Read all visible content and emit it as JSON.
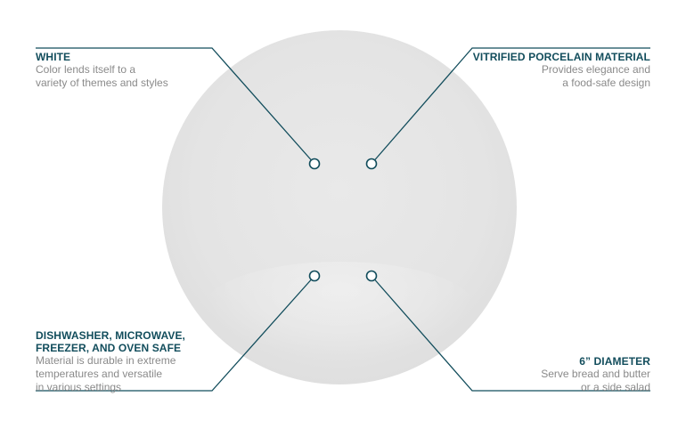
{
  "callouts": {
    "white": {
      "title": "WHITE",
      "desc": "Color lends itself to a\nvariety of themes and styles"
    },
    "vitrified": {
      "title": "VITRIFIED PORCELAIN MATERIAL",
      "desc": "Provides elegance and\na food-safe design"
    },
    "dishwasher": {
      "title": "DISHWASHER, MICROWAVE,\nFREEZER, AND OVEN SAFE",
      "desc": "Material is durable in extreme\ntemperatures and versatile\nin various settings"
    },
    "diameter": {
      "title": "6” DIAMETER",
      "desc": "Serve bread and butter\nor a side salad"
    }
  },
  "colors": {
    "title": "#124d5c",
    "description": "#8a8a8a",
    "line": "#124d5c",
    "plate": "#e4e4e4"
  }
}
